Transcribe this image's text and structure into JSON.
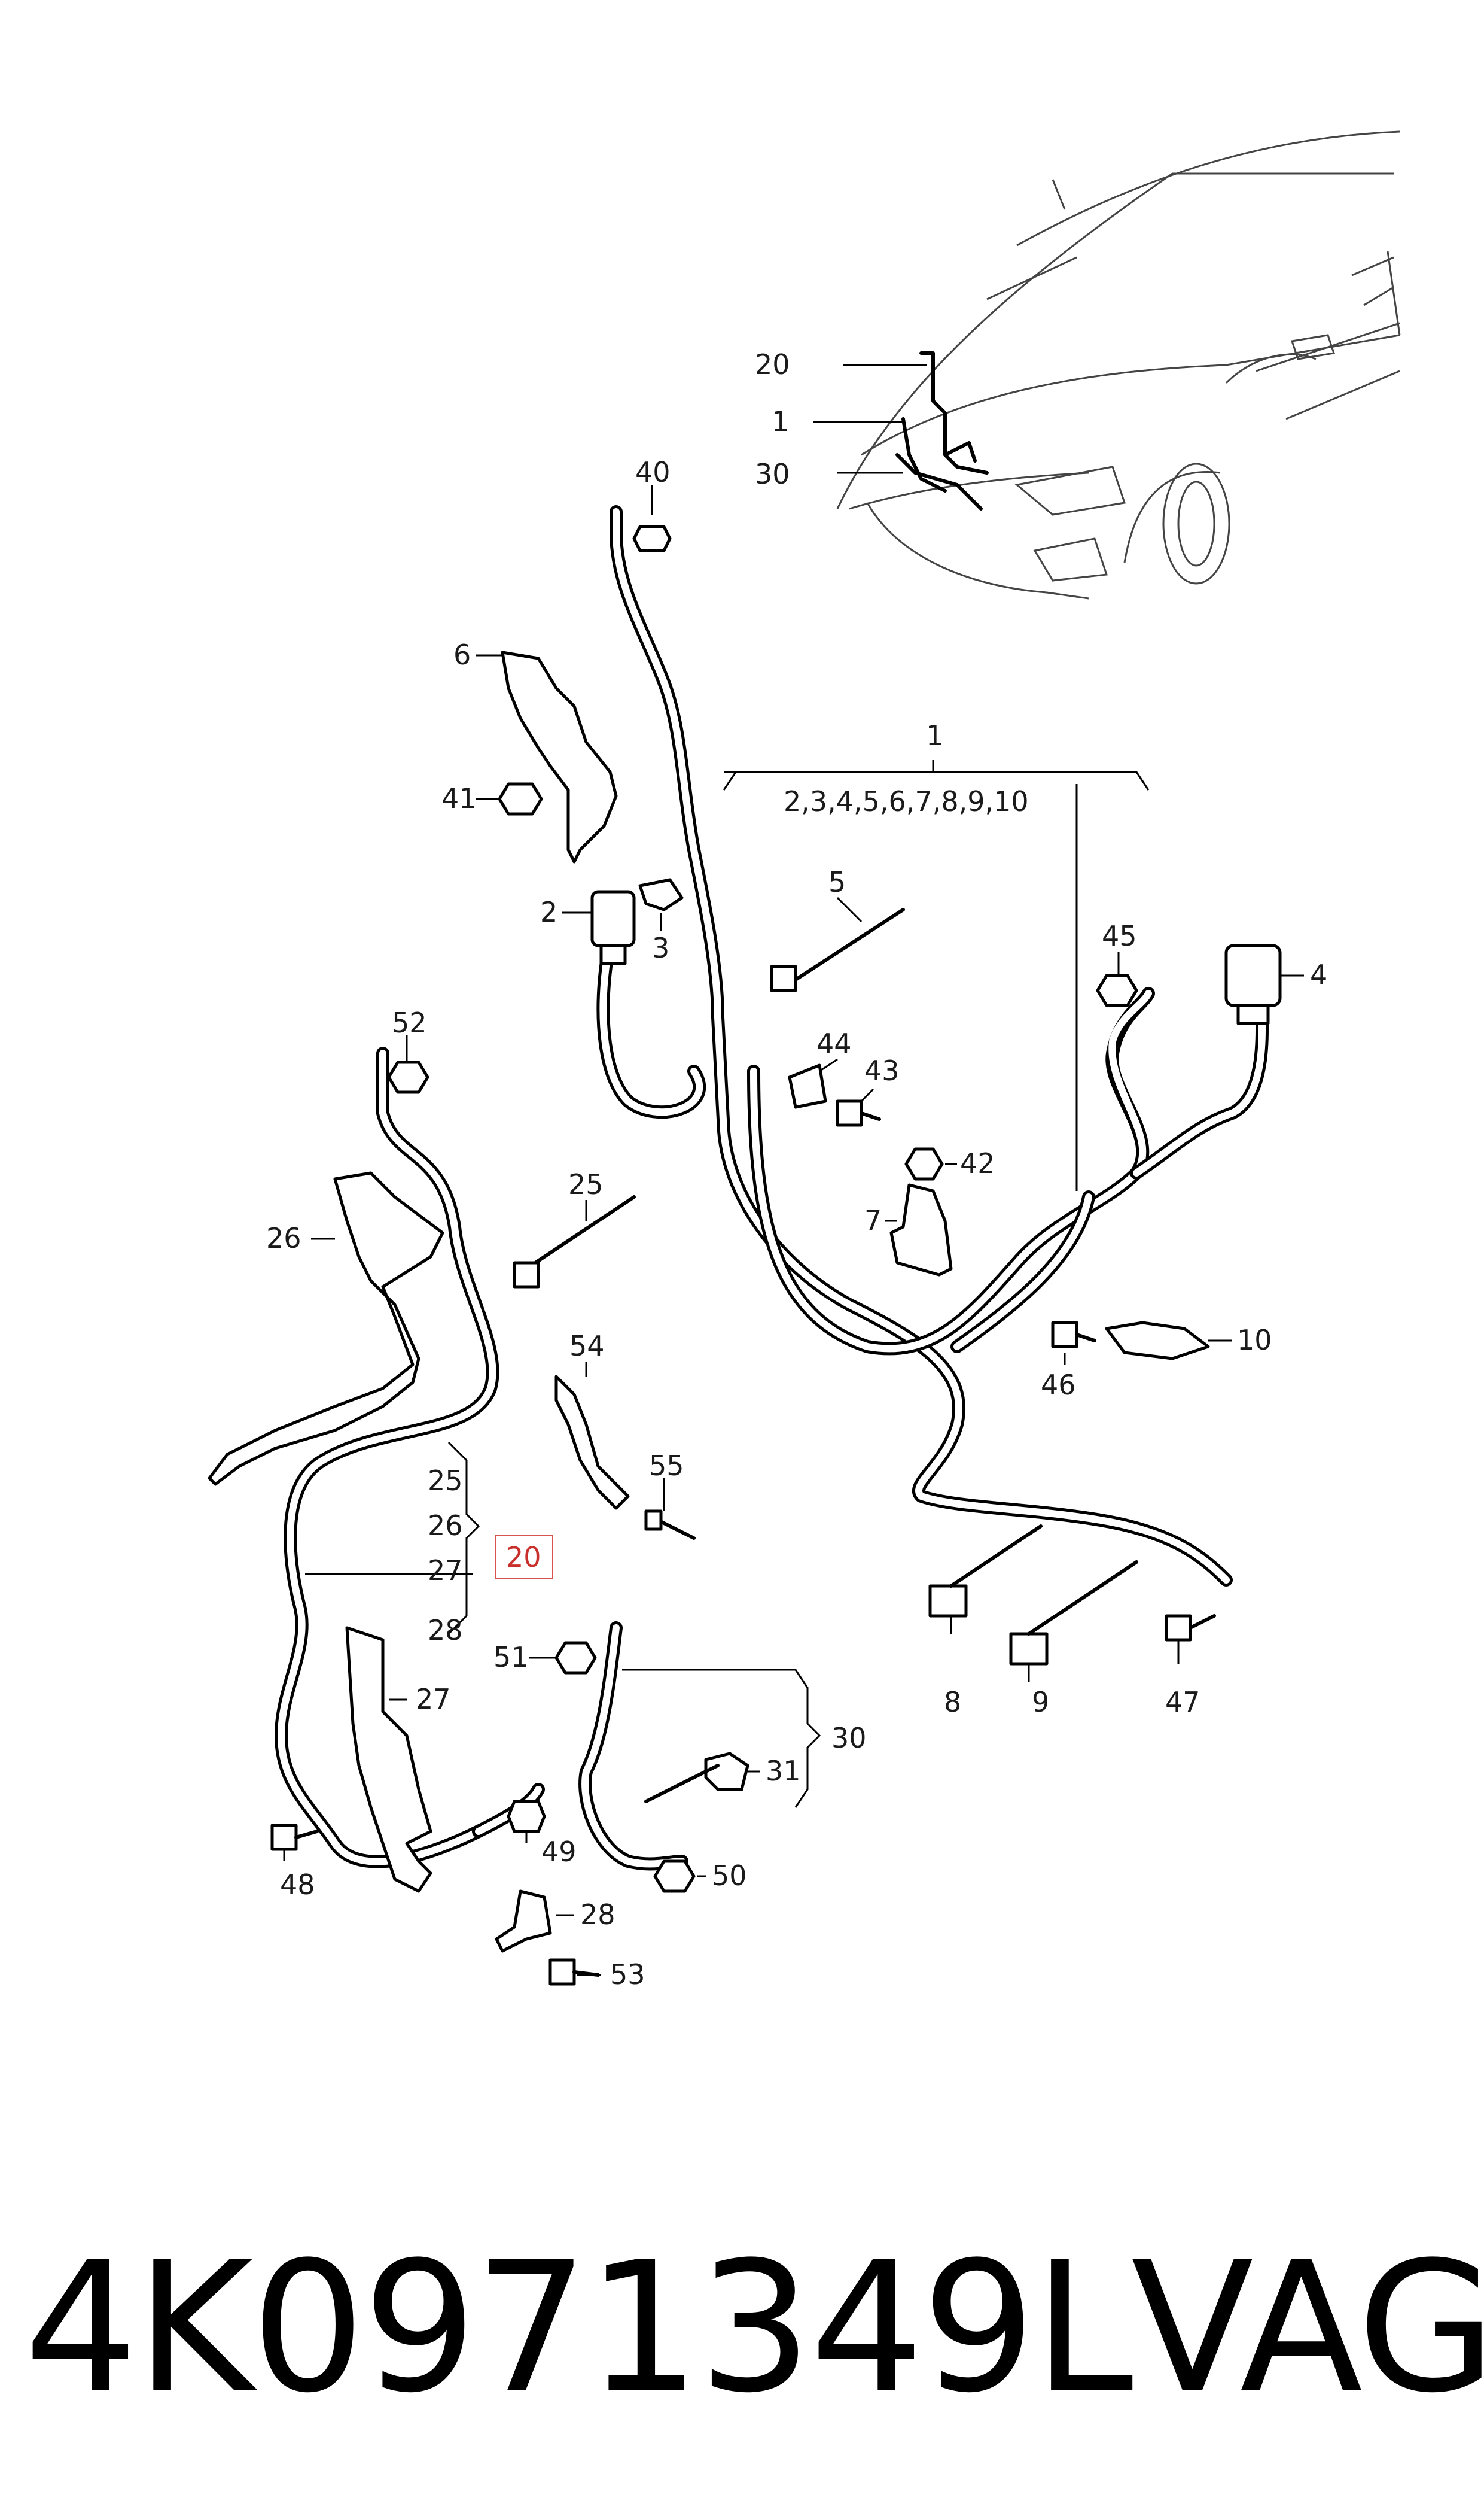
{
  "diagram": {
    "labels": {
      "l20_car": "20",
      "l1_car": "1",
      "l30_car": "30",
      "l40": "40",
      "l6": "6",
      "l41": "41",
      "l2": "2",
      "l3": "3",
      "l5": "5",
      "l1_group": "1",
      "l1_group_items": "2,3,4,5,6,7,8,9,10",
      "l45": "45",
      "l4": "4",
      "l44": "44",
      "l43": "43",
      "l42": "42",
      "l7": "7",
      "l10": "10",
      "l46": "46",
      "l52": "52",
      "l25": "25",
      "l26": "26",
      "l54": "54",
      "l55": "55",
      "g25": "25",
      "g26": "26",
      "g27": "27",
      "g28": "28",
      "g20": "20",
      "l51": "51",
      "l27": "27",
      "l30": "30",
      "l31": "31",
      "l49": "49",
      "l48": "48",
      "l50": "50",
      "l28": "28",
      "l53": "53",
      "l8": "8",
      "l9": "9",
      "l47": "47"
    }
  },
  "footer": {
    "part_number": "4K0971349L",
    "brand": "VAG"
  }
}
